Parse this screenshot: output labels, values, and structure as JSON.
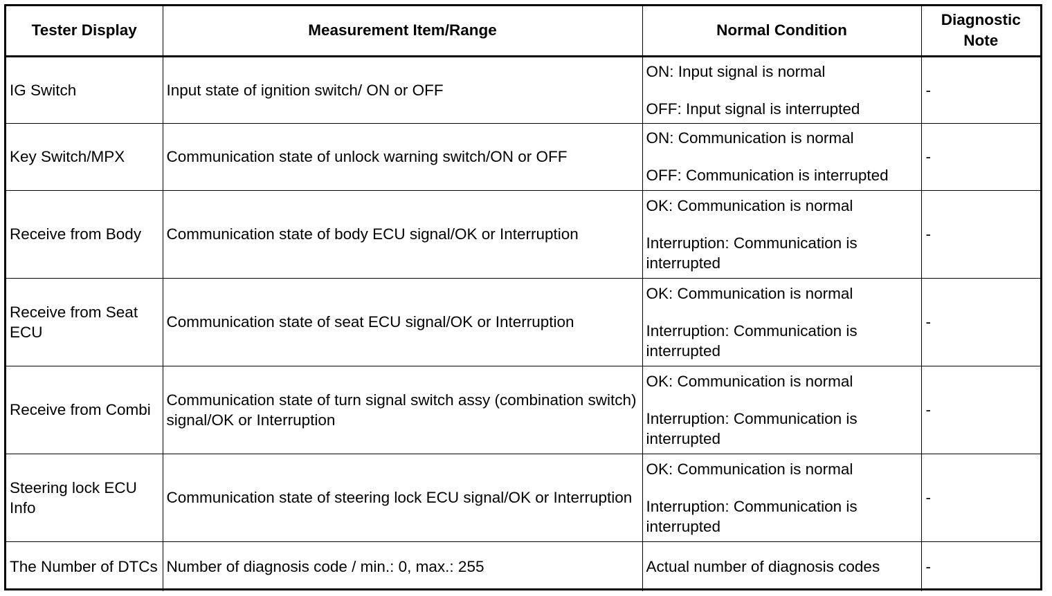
{
  "table": {
    "headers": [
      "Tester Display",
      "Measurement Item/Range",
      "Normal Condition",
      "Diagnostic Note"
    ],
    "rows": [
      {
        "display": "IG Switch",
        "measurement": "Input state of ignition switch/ ON or OFF",
        "condition_a": "ON: Input signal is normal",
        "condition_b": "OFF: Input signal is interrupted",
        "note": "-"
      },
      {
        "display": "Key Switch/MPX",
        "measurement": "Communication state of unlock warning switch/ON or OFF",
        "condition_a": "ON: Communication is normal",
        "condition_b": "OFF: Communication is interrupted",
        "note": "-"
      },
      {
        "display": "Receive from Body",
        "measurement": "Communication state of body ECU signal/OK or Interruption",
        "condition_a": "OK: Communication is normal",
        "condition_b": "Interruption: Communication is interrupted",
        "note": "-"
      },
      {
        "display": "Receive from Seat ECU",
        "measurement": "Communication state of seat ECU signal/OK or Interruption",
        "condition_a": "OK: Communication is normal",
        "condition_b": "Interruption: Communication is interrupted",
        "note": "-"
      },
      {
        "display": "Receive from Combi",
        "measurement": "Communication state of turn signal switch assy (combination switch) signal/OK or Interruption",
        "condition_a": "OK: Communication is normal",
        "condition_b": "Interruption: Communication is interrupted",
        "note": "-"
      },
      {
        "display": "Steering lock ECU Info",
        "measurement": "Communication state of steering lock ECU signal/OK or Interruption",
        "condition_a": "OK: Communication is normal",
        "condition_b": "Interruption: Communication is interrupted",
        "note": "-"
      },
      {
        "display": "The Number of DTCs",
        "measurement": "Number of diagnosis code / min.: 0, max.: 255",
        "condition_a": "Actual number of diagnosis codes",
        "note": "-"
      }
    ]
  }
}
